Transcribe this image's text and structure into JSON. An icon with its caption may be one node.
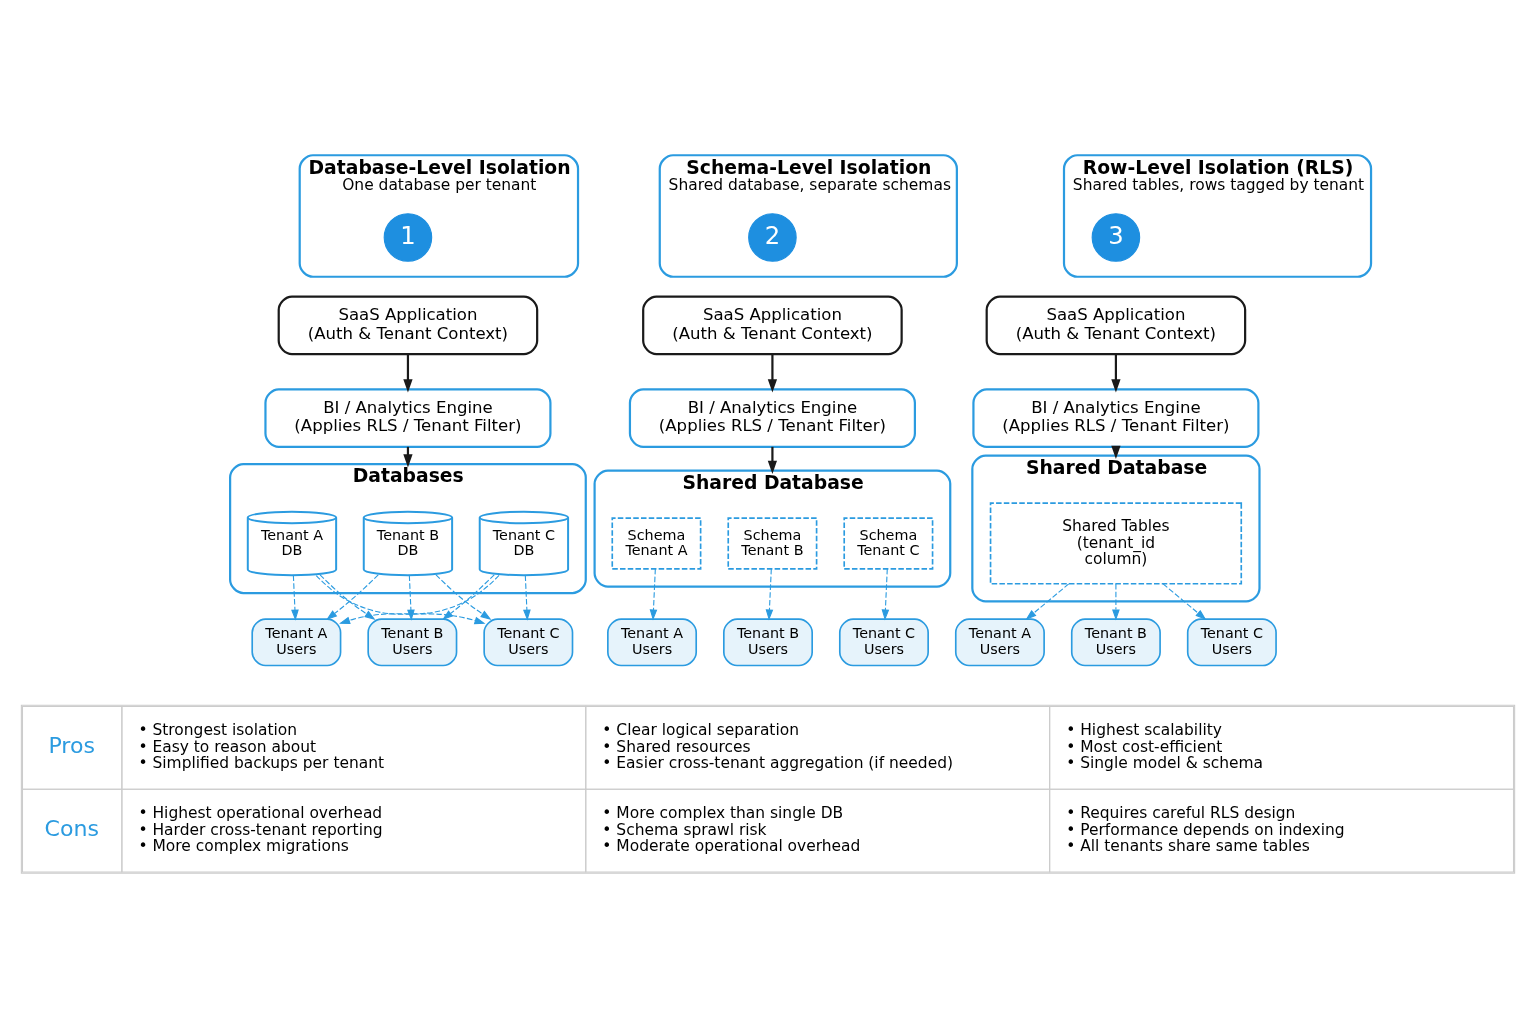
{
  "diagram": {
    "nodes": [
      {
        "text": [
          "Database-Level Isolation",
          "One database per tenant"
        ]
      },
      {
        "text": [
          "1"
        ],
        "in": 0
      },
      {
        "text": [
          "SaaS Application",
          "(Auth & Tenant Context)"
        ]
      },
      {
        "text": [
          "BI / Analytics Engine",
          "(Applies RLS / Tenant Filter)"
        ]
      },
      {
        "text": [
          "Databases"
        ]
      },
      {
        "text": [
          "Tenant A DB"
        ],
        "in": 4
      },
      {
        "text": [
          "Tenant B DB"
        ],
        "in": 4
      },
      {
        "text": [
          "Tenant C DB"
        ],
        "in": 4
      },
      {
        "text": [
          "Tenant A Users"
        ]
      },
      {
        "text": [
          "Tenant B Users"
        ]
      },
      {
        "text": [
          "Tenant C Users"
        ]
      },
      {
        "text": [
          "Schema-Level Isolation",
          "Shared database, separate schemas"
        ]
      },
      {
        "text": [
          "2"
        ],
        "in": 11
      },
      {
        "text": [
          "SaaS Application",
          "(Auth & Tenant Context)"
        ]
      },
      {
        "text": [
          "BI / Analytics Engine",
          "(Applies RLS / Tenant Filter)"
        ]
      },
      {
        "text": [
          "Shared Database"
        ]
      },
      {
        "text": [
          "Schema Tenant A"
        ],
        "in": 15
      },
      {
        "text": [
          "Schema Tenant B"
        ],
        "in": 15
      },
      {
        "text": [
          "Schema Tenant C"
        ],
        "in": 15
      },
      {
        "text": [
          "Tenant A Users"
        ]
      },
      {
        "text": [
          "Tenant B Users"
        ]
      },
      {
        "text": [
          "Tenant C Users"
        ]
      },
      {
        "text": [
          "Row-Level Isolation (RLS)",
          "Shared tables, rows tagged by tenant"
        ]
      },
      {
        "text": [
          "3"
        ],
        "in": 22
      },
      {
        "text": [
          "SaaS Application",
          "(Auth & Tenant Context)"
        ]
      },
      {
        "text": [
          "BI / Analytics Engine",
          "(Applies RLS / Tenant Filter)"
        ]
      },
      {
        "text": [
          "Shared Database"
        ]
      },
      {
        "text": [
          "Shared Tables (tenant_id column)"
        ],
        "in": 26
      },
      {
        "text": [
          "Tenant A Users"
        ]
      },
      {
        "text": [
          "Tenant B Users"
        ]
      },
      {
        "text": [
          "Tenant C Users"
        ]
      }
    ],
    "edges": [
      {
        "from": 2,
        "to": 3,
        "arrow": "to",
        "color": "#1a1a1a"
      },
      {
        "from": 3,
        "to": 4,
        "arrow": "to",
        "color": "#1a1a1a"
      },
      {
        "from": 5,
        "to": 8,
        "arrow": "to",
        "style": "dashed"
      },
      {
        "from": 5,
        "to": 9,
        "arrow": "to",
        "style": "dashed"
      },
      {
        "from": 5,
        "to": 10,
        "arrow": "to",
        "style": "dashed"
      },
      {
        "from": 6,
        "to": 8,
        "arrow": "to",
        "style": "dashed"
      },
      {
        "from": 6,
        "to": 9,
        "arrow": "to",
        "style": "dashed"
      },
      {
        "from": 6,
        "to": 10,
        "arrow": "to",
        "style": "dashed"
      },
      {
        "from": 7,
        "to": 8,
        "arrow": "to",
        "style": "dashed"
      },
      {
        "from": 7,
        "to": 9,
        "arrow": "to",
        "style": "dashed"
      },
      {
        "from": 7,
        "to": 10,
        "arrow": "to",
        "style": "dashed"
      },
      {
        "from": 13,
        "to": 14,
        "arrow": "to",
        "color": "#1a1a1a"
      },
      {
        "from": 14,
        "to": 15,
        "arrow": "to",
        "color": "#1a1a1a"
      },
      {
        "from": 16,
        "to": 19,
        "arrow": "to",
        "style": "dashed"
      },
      {
        "from": 17,
        "to": 20,
        "arrow": "to",
        "style": "dashed"
      },
      {
        "from": 18,
        "to": 21,
        "arrow": "to",
        "style": "dashed"
      },
      {
        "from": 24,
        "to": 25,
        "arrow": "to",
        "color": "#1a1a1a"
      },
      {
        "from": 25,
        "to": 26,
        "arrow": "to",
        "color": "#1a1a1a"
      },
      {
        "from": 27,
        "to": 28,
        "arrow": "to",
        "style": "dashed"
      },
      {
        "from": 27,
        "to": 29,
        "arrow": "to",
        "style": "dashed"
      },
      {
        "from": 27,
        "to": 30,
        "arrow": "to",
        "style": "dashed"
      }
    ],
    "labels": [
      "Pros",
      "• Strongest isolation",
      "• Easy to reason about",
      "• Simplified backups per tenant",
      "• Clear logical separation",
      "• Shared resources",
      "• Easier cross-tenant aggregation (if needed)",
      "• Highest scalability",
      "• Most cost-efficient",
      "• Single model & schema",
      "Cons",
      "• Highest operational overhead",
      "• Harder cross-tenant reporting",
      "• More complex migrations",
      "• More complex than single DB",
      "• Schema sprawl risk",
      "• Moderate operational overhead",
      "• Requires careful RLS design",
      "• Performance depends on indexing",
      "• All tenants share same tables"
    ]
  }
}
